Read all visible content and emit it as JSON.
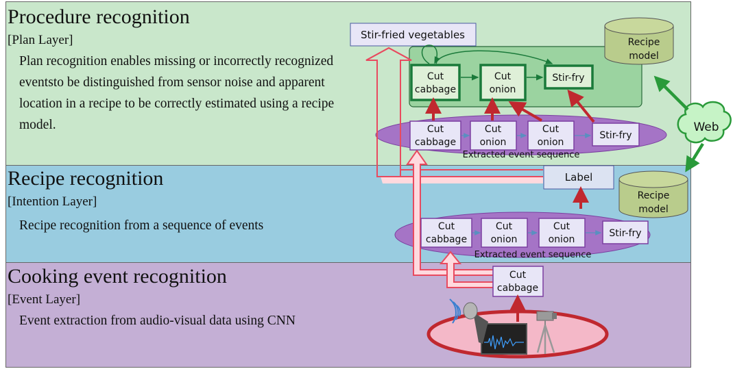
{
  "colors": {
    "plan_bg": "#c9e7cb",
    "intention_bg": "#99cce0",
    "event_bg": "#c4afd5",
    "event_box_fill": "#e8e6f7",
    "event_box_stroke": "#7b3fa0",
    "plan_node_stroke": "#1a7a3a",
    "plan_node_fill": "#dff0d8",
    "red_arrow": "#c0282f",
    "pink_arrow_fill": "#ffd9de",
    "ellipse_purple": "#a574c6",
    "web_cloud": "#c6f3c6",
    "web_stroke": "#2a9a3a",
    "db_fill": "#b9cc8c"
  },
  "layers": {
    "plan": {
      "title": "Procedure recognition",
      "subtitle": "[Plan Layer]",
      "description": "Plan recognition enables missing or incorrectly recognized eventsto be distinguished from sensor noise and apparent location in a recipe to be correctly estimated using a recipe model."
    },
    "intention": {
      "title": "Recipe recognition",
      "subtitle": "[Intention Layer]",
      "description": "Recipe recognition from a sequence of events"
    },
    "event": {
      "title": "Cooking event recognition",
      "subtitle": "[Event Layer]",
      "description": "Event extraction from audio-visual data using CNN"
    }
  },
  "diagram": {
    "dish_label": "Stir-fried vegetables",
    "recipe_label": "Label",
    "plan_nodes": [
      {
        "line1": "Cut",
        "line2": "cabbage"
      },
      {
        "line1": "Cut",
        "line2": "onion"
      },
      {
        "line1": "Stir-fry",
        "line2": ""
      }
    ],
    "events_plan": [
      {
        "line1": "Cut",
        "line2": "cabbage"
      },
      {
        "line1": "Cut",
        "line2": "onion"
      },
      {
        "line1": "Cut",
        "line2": "onion"
      },
      {
        "line1": "Stir-fry",
        "line2": ""
      }
    ],
    "events_intention": [
      {
        "line1": "Cut",
        "line2": "cabbage"
      },
      {
        "line1": "Cut",
        "line2": "onion"
      },
      {
        "line1": "Cut",
        "line2": "onion"
      },
      {
        "line1": "Stir-fry",
        "line2": ""
      }
    ],
    "extracted_label": "Extracted event sequence",
    "detected_event": {
      "line1": "Cut",
      "line2": "cabbage"
    },
    "recipe_model_label": {
      "line1": "Recipe",
      "line2": "model"
    },
    "web_label": "Web",
    "icons": [
      "microphone-icon",
      "camera-tripod-icon",
      "waveform-display-icon"
    ]
  }
}
